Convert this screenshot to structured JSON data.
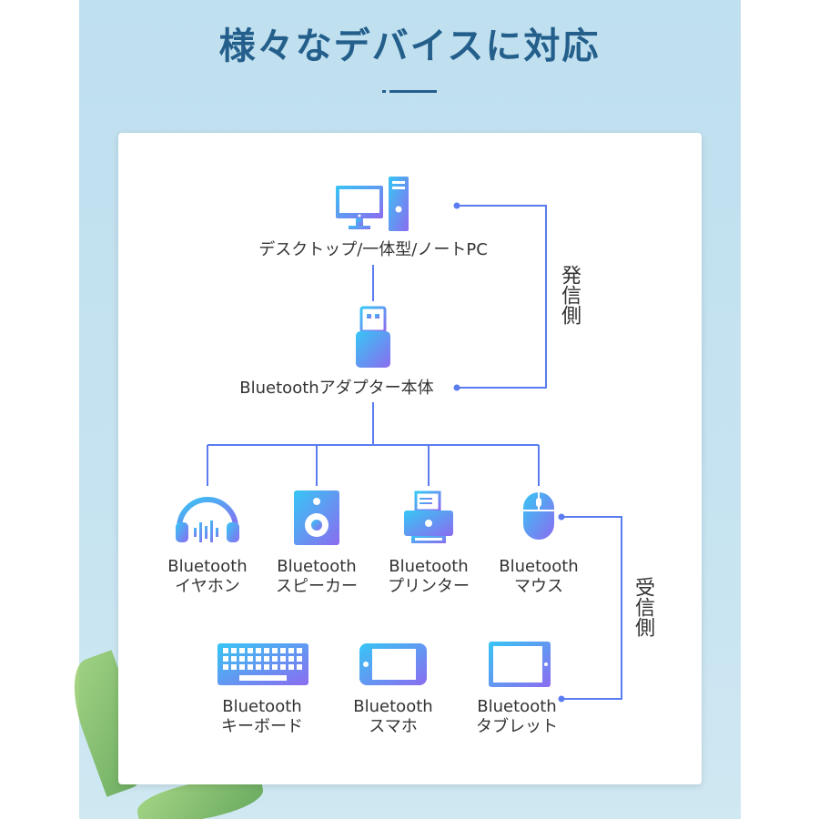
{
  "title": "様々なデバイスに対応",
  "top": {
    "pc_label": "デスクトップ/一体型/ノートPC",
    "adapter_label": "Bluetoothアダプター本体",
    "side_label": "発信側"
  },
  "receivers": {
    "side_label": "受信側",
    "items": [
      {
        "line1": "Bluetooth",
        "line2": "イヤホン",
        "icon": "headphones-icon"
      },
      {
        "line1": "Bluetooth",
        "line2": "スピーカー",
        "icon": "speaker-icon"
      },
      {
        "line1": "Bluetooth",
        "line2": "プリンター",
        "icon": "printer-icon"
      },
      {
        "line1": "Bluetooth",
        "line2": "マウス",
        "icon": "mouse-icon"
      },
      {
        "line1": "Bluetooth",
        "line2": "キーボード",
        "icon": "keyboard-icon"
      },
      {
        "line1": "Bluetooth",
        "line2": "スマホ",
        "icon": "smartphone-icon"
      },
      {
        "line1": "Bluetooth",
        "line2": "タブレット",
        "icon": "tablet-icon"
      }
    ]
  },
  "colors": {
    "accent": "#5a7cf0",
    "gradient_start": "#36c6f4",
    "gradient_end": "#8b6cf0",
    "title": "#245f8c"
  }
}
